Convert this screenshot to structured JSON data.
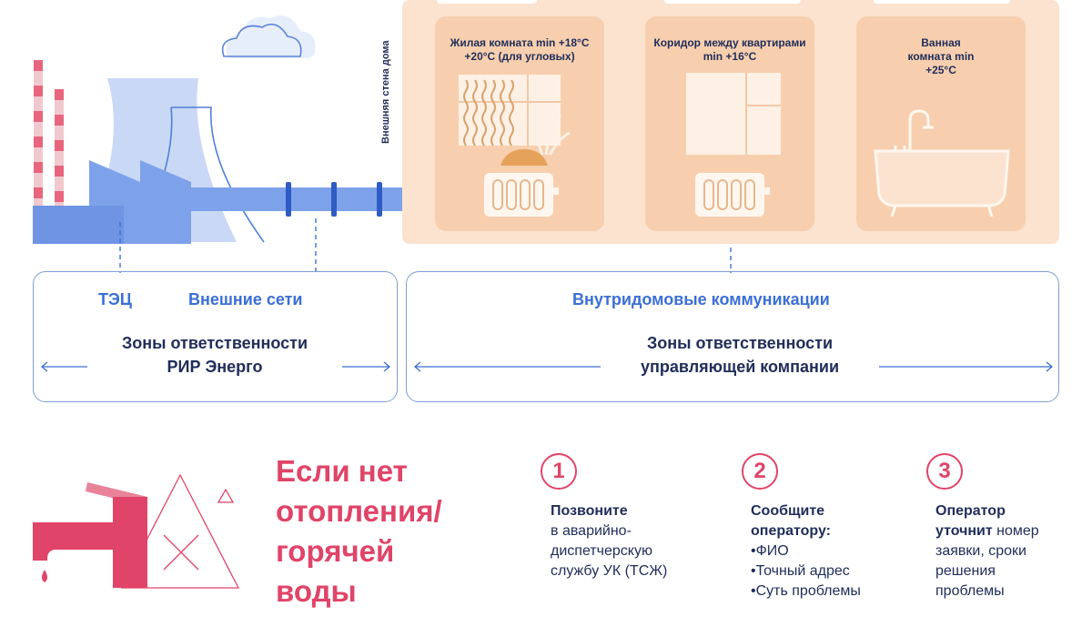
{
  "wall_label": "Внешняя стена дома",
  "rooms": [
    {
      "title": "Жилая комната min +18°C +20°C (для угловых)"
    },
    {
      "title": "Коридор между квартирами min +16°C"
    },
    {
      "title": "Ванная комната min +25°C"
    }
  ],
  "zones": {
    "tets_label": "ТЭЦ",
    "external_networks_label": "Внешние сети",
    "in_house_label": "Внутридомовые коммуникации",
    "left_zone_line1": "Зоны ответственности",
    "left_zone_line2": "РИР Энерго",
    "right_zone_line1": "Зоны ответственности",
    "right_zone_line2": "управляющей компании"
  },
  "headline": {
    "line1": "Если нет",
    "line2": "отопления/",
    "line3": "горячей",
    "line4": "воды"
  },
  "steps": [
    {
      "number": "1",
      "bold": "Позвоните",
      "lines": [
        "в аварийно-",
        "диспетчерскую",
        "службу УК (ТСЖ)"
      ]
    },
    {
      "number": "2",
      "bold_line1": "Сообщите",
      "bold_line2": "оператору:",
      "items": [
        "•ФИО",
        "•Точный адрес",
        "•Суть проблемы"
      ]
    },
    {
      "number": "3",
      "bold_line1": "Оператор",
      "bold_part": "уточнит",
      "rest_part": " номер",
      "lines": [
        "заявки, сроки",
        "решения",
        "проблемы"
      ]
    }
  ],
  "colors": {
    "accent_red": "#e04468",
    "accent_blue": "#3b6fd6",
    "dark_text": "#1f2d5a",
    "room_bg": "#fbe3d0",
    "room_card": "#f7cfae"
  }
}
